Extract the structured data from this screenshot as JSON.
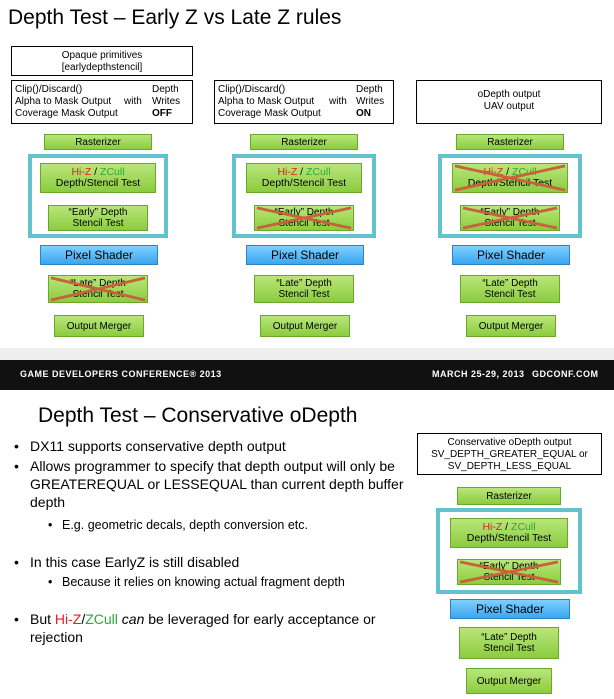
{
  "slide1": {
    "title": "Depth Test – Early Z vs Late Z rules",
    "columns": [
      {
        "header_line1": "Opaque primitives",
        "header_line2": "[earlydepthstencil]",
        "cond_left": [
          "Clip()/Discard()",
          "Alpha to Mask Output",
          "Coverage Mask Output"
        ],
        "cond_with": "with",
        "cond_right": [
          "Depth",
          "Writes",
          "OFF"
        ],
        "rasterizer": "Rasterizer",
        "hiz_a": "Hi-Z",
        "hiz_sep": " / ",
        "hiz_b": "ZCull",
        "hiz_line2": "Depth/Stencil Test",
        "early_line1": "“Early” Depth",
        "early_line2": "Stencil Test",
        "pixel_shader": "Pixel Shader",
        "late_line1": "“Late” Depth",
        "late_line2": "Stencil Test",
        "output_merger": "Output Merger"
      },
      {
        "cond_left": [
          "Clip()/Discard()",
          "Alpha to Mask Output",
          "Coverage Mask Output"
        ],
        "cond_with": "with",
        "cond_right": [
          "Depth",
          "Writes",
          "ON"
        ],
        "rasterizer": "Rasterizer",
        "hiz_a": "Hi-Z",
        "hiz_sep": " / ",
        "hiz_b": "ZCull",
        "hiz_line2": "Depth/Stencil Test",
        "early_line1": "“Early” Depth",
        "early_line2": "Stencil Test",
        "pixel_shader": "Pixel Shader",
        "late_line1": "“Late” Depth",
        "late_line2": "Stencil Test",
        "output_merger": "Output Merger"
      },
      {
        "header_line1": "oDepth output",
        "header_line2": "UAV output",
        "rasterizer": "Rasterizer",
        "hiz_a": "Hi-Z",
        "hiz_sep": " / ",
        "hiz_b": "ZCull",
        "hiz_line2": "Depth/Stencil Test",
        "early_line1": "“Early” Depth",
        "early_line2": "Stencil Test",
        "pixel_shader": "Pixel Shader",
        "late_line1": "“Late” Depth",
        "late_line2": "Stencil Test",
        "output_merger": "Output Merger"
      }
    ]
  },
  "banner": {
    "left": "GAME DEVELOPERS CONFERENCE® 2013",
    "right_dates": "MARCH 25-29, 2013",
    "right_site": "GDCONF.COM"
  },
  "slide2": {
    "title": "Depth Test – Conservative oDepth",
    "b1": "DX11 supports conservative depth output",
    "b2": "Allows programmer to specify that depth output will only be GREATEREQUAL or LESSEQUAL than current depth buffer depth",
    "b2_sub": "E.g. geometric decals, depth conversion etc.",
    "b3": "In this case EarlyZ is still disabled",
    "b3_sub": "Because it relies on knowing actual fragment depth",
    "b4_pre": "But ",
    "b4_hiz": "Hi-Z",
    "b4_sep": "/",
    "b4_zcull": "ZCull",
    "b4_sp": " ",
    "b4_can": "can",
    "b4_post": " be leveraged for early acceptance or rejection",
    "diagram": {
      "header": [
        "Conservative oDepth output",
        "SV_DEPTH_GREATER_EQUAL or",
        "SV_DEPTH_LESS_EQUAL"
      ],
      "rasterizer": "Rasterizer",
      "hiz_a": "Hi-Z",
      "hiz_sep": " / ",
      "hiz_b": "ZCull",
      "hiz_line2": "Depth/Stencil Test",
      "early_line1": "“Early” Depth",
      "early_line2": "Stencil Test",
      "pixel_shader": "Pixel Shader",
      "late_line1": "“Late” Depth",
      "late_line2": "Stencil Test",
      "output_merger": "Output Merger"
    }
  },
  "colors": {
    "green_box": "#8ccc3e",
    "blue_box": "#3aa6ef",
    "cyan_frame": "#62c3cf",
    "red_text": "#e02020",
    "green_text": "#2aa83a",
    "cross": "#c8623a"
  }
}
